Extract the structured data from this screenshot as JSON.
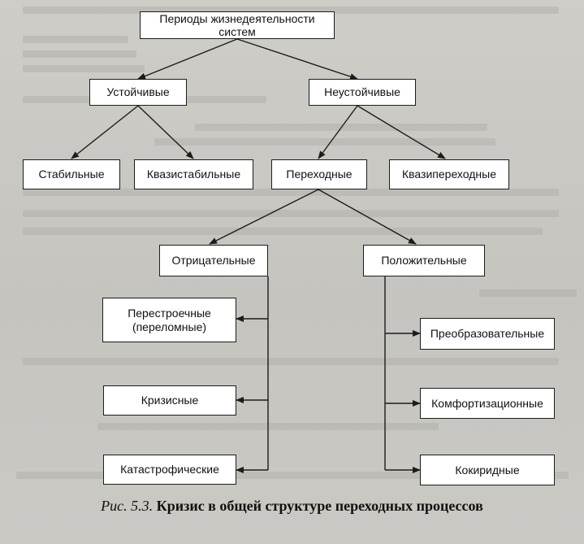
{
  "diagram": {
    "root": "Периоды жизнедеятельности систем",
    "level1": {
      "stable": "Устойчивые",
      "unstable": "Неустойчивые"
    },
    "level2": {
      "stabilnye": "Стабильные",
      "kvazistabilnye": "Квазистабильные",
      "perehodnye": "Переходные",
      "kvaziperehodnye": "Квазипереходные"
    },
    "level3": {
      "negative": "Отрицательные",
      "positive": "Положительные"
    },
    "negative_children": [
      "Перестроечные (переломные)",
      "Кризисные",
      "Катастрофические"
    ],
    "positive_children": [
      "Преобразовательные",
      "Комфортизационные",
      "Кокиридные"
    ]
  },
  "caption": {
    "figure_label": "Рис. 5.3.",
    "title": "Кризис в общей структуре переходных процессов"
  }
}
